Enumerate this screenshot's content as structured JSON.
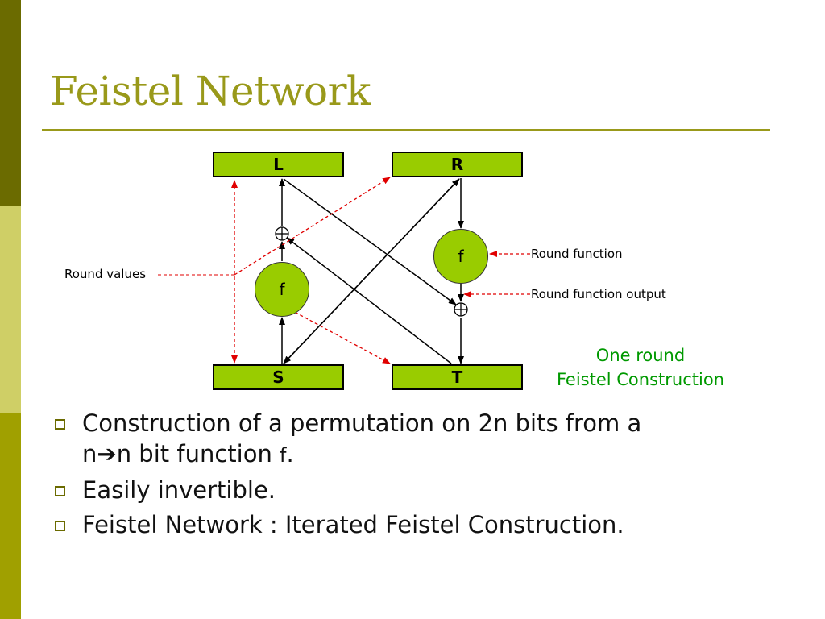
{
  "slide": {
    "title": "Feistel Network"
  },
  "diagram": {
    "boxes": {
      "L": "L",
      "R": "R",
      "S": "S",
      "T": "T"
    },
    "function_label_left": "f",
    "function_label_right": "f",
    "labels": {
      "round_values": "Round values",
      "round_function": "Round function",
      "round_function_output": "Round function output"
    },
    "caption_line1": "One round",
    "caption_line2": "Feistel Construction",
    "colors": {
      "box_fill": "#99cc00",
      "dashed_red": "#e00000",
      "caption_green": "#009900"
    }
  },
  "bullets": [
    {
      "line1": "Construction of a permutation on 2n bits from a",
      "line2_a": "n",
      "arrow": "➔",
      "line2_b": "n bit function ",
      "line2_f": "f",
      "line2_end": "."
    },
    {
      "text": "Easily invertible."
    },
    {
      "text": "Feistel Network : Iterated Feistel Construction."
    }
  ],
  "theme": {
    "title_color": "#99991a",
    "sidebar_colors": [
      "#6b6b00",
      "#cfcf66",
      "#a0a000"
    ]
  }
}
